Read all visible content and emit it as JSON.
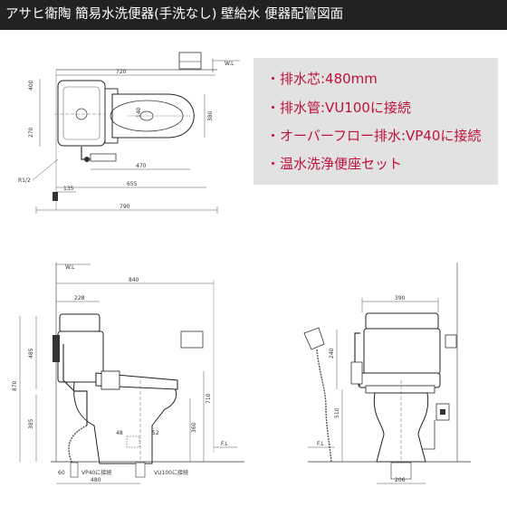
{
  "header": {
    "title": "アサヒ衛陶 簡易水洗便器(手洗なし) 壁給水 便器配管図面"
  },
  "specs": [
    "・排水芯:480mm",
    "・排水管:VU100に接続",
    "・オーバーフロー排水:VP40に接続",
    "・温水洗浄便座セット"
  ],
  "plan_view": {
    "wall_label": "W.L",
    "dims": {
      "d720": "720",
      "d400": "400",
      "d270": "270",
      "d380": "380",
      "d470": "470",
      "d655": "655",
      "d790": "790",
      "d135": "135",
      "r12": "R1/2"
    }
  },
  "side_view": {
    "wall_label": "W.L",
    "floor_label": "F.L",
    "dims": {
      "d840": "840",
      "d228": "228",
      "d485": "485",
      "d870": "870",
      "d385": "385",
      "d710": "710",
      "d360": "360",
      "d48": "48",
      "d52": "52",
      "d60": "60",
      "d480": "480"
    },
    "vp40_label": "VP40に接続",
    "vu100_label": "VU100に接続"
  },
  "front_view": {
    "floor_label": "F.L",
    "dims": {
      "d390": "390",
      "d240": "240",
      "d510": "510",
      "d206": "206"
    }
  }
}
